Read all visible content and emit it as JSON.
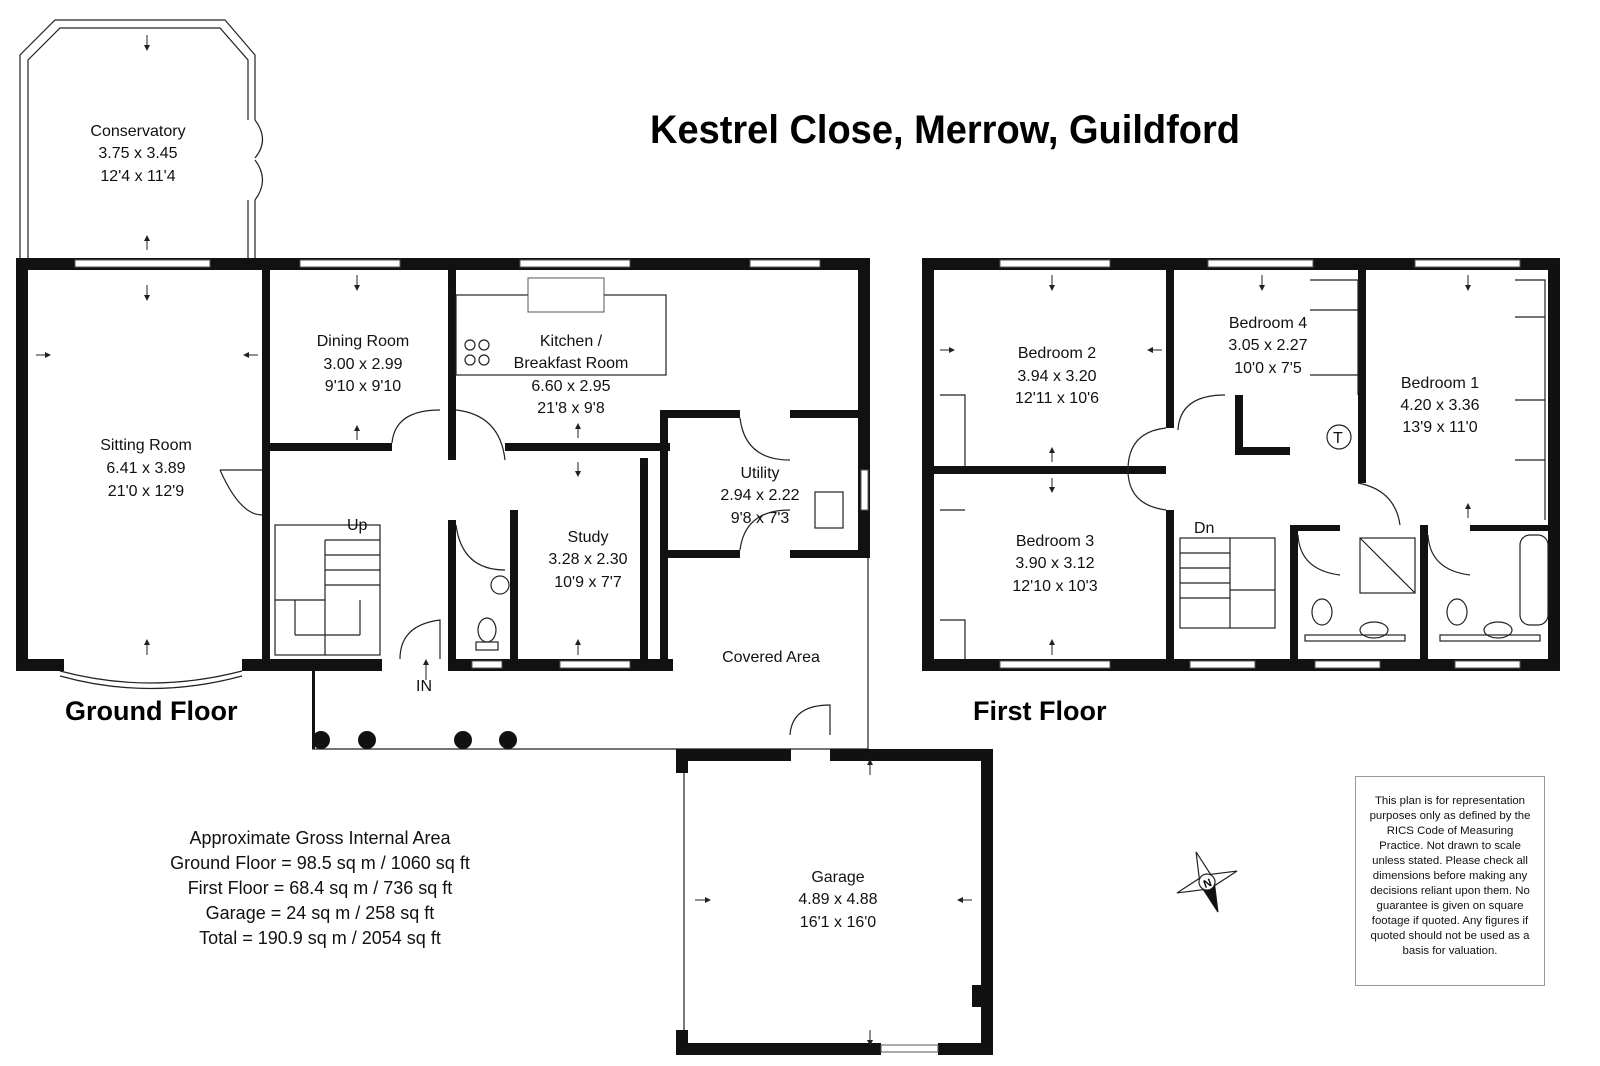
{
  "title": "Kestrel Close, Merrow, Guildford",
  "floors": {
    "ground": "Ground Floor",
    "first": "First Floor"
  },
  "rooms": {
    "conservatory": {
      "name": "Conservatory",
      "metric": "3.75 x 3.45",
      "imperial": "12'4 x 11'4"
    },
    "sitting_room": {
      "name": "Sitting Room",
      "metric": "6.41 x 3.89",
      "imperial": "21'0 x 12'9"
    },
    "dining_room": {
      "name": "Dining Room",
      "metric": "3.00 x 2.99",
      "imperial": "9'10 x 9'10"
    },
    "kitchen": {
      "name_line1": "Kitchen /",
      "name_line2": "Breakfast Room",
      "metric": "6.60 x 2.95",
      "imperial": "21'8 x 9'8"
    },
    "utility": {
      "name": "Utility",
      "metric": "2.94 x 2.22",
      "imperial": "9'8 x 7'3"
    },
    "study": {
      "name": "Study",
      "metric": "3.28 x 2.30",
      "imperial": "10'9 x 7'7"
    },
    "covered_area": {
      "name": "Covered Area"
    },
    "garage": {
      "name": "Garage",
      "metric": "4.89 x 4.88",
      "imperial": "16'1 x 16'0"
    },
    "bedroom_1": {
      "name": "Bedroom 1",
      "metric": "4.20 x 3.36",
      "imperial": "13'9 x 11'0"
    },
    "bedroom_2": {
      "name": "Bedroom 2",
      "metric": "3.94 x 3.20",
      "imperial": "12'11 x 10'6"
    },
    "bedroom_3": {
      "name": "Bedroom 3",
      "metric": "3.90 x 3.12",
      "imperial": "12'10 x 10'3"
    },
    "bedroom_4": {
      "name": "Bedroom 4",
      "metric": "3.05 x 2.27",
      "imperial": "10'0 x 7'5"
    }
  },
  "markers": {
    "up": "Up",
    "down": "Dn",
    "entrance": "IN",
    "tank": "T",
    "north": "N"
  },
  "area": {
    "heading": "Approximate Gross Internal Area",
    "ground": "Ground Floor = 98.5 sq m / 1060 sq ft",
    "first": "First Floor =  68.4 sq m / 736 sq ft",
    "garage": "Garage = 24 sq m / 258 sq ft",
    "total": "Total = 190.9 sq m / 2054 sq ft"
  },
  "disclaimer": "This plan is for representation purposes only as defined by the RICS Code of Measuring Practice. Not drawn to scale unless stated. Please check all dimensions before making any decisions reliant upon them. No guarantee is given on square footage if quoted. Any figures if quoted should not be used as a basis for valuation."
}
